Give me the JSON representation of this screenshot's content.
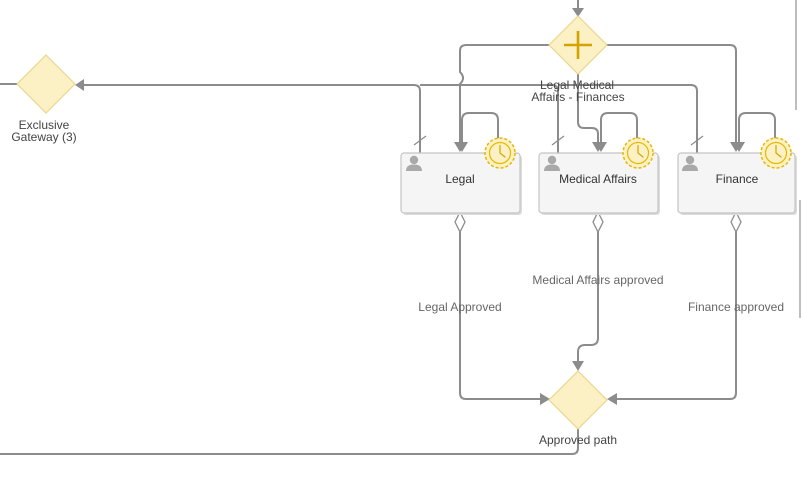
{
  "gateways": {
    "exclusive": {
      "label_line1": "Exclusive",
      "label_line2": "Gateway (3)",
      "type": "exclusive"
    },
    "parallel": {
      "label_line1": "Legal Medical",
      "label_line2": "Affairs - Finances",
      "type": "parallel"
    },
    "approved": {
      "label": "Approved path",
      "type": "exclusive"
    }
  },
  "tasks": [
    {
      "name": "Legal",
      "icon": "user-icon",
      "boundary": "timer-icon"
    },
    {
      "name": "Medical Affairs",
      "icon": "user-icon",
      "boundary": "timer-icon"
    },
    {
      "name": "Finance",
      "icon": "user-icon",
      "boundary": "timer-icon"
    }
  ],
  "flows": {
    "legal": "Legal Approved",
    "medical": "Medical Affairs approved",
    "finance": "Finance approved"
  },
  "colors": {
    "gateway_fill": "#fcf1c4",
    "timer": "#e6b800",
    "edge": "#8c8c8c",
    "task_fill": "#f5f5f5"
  }
}
